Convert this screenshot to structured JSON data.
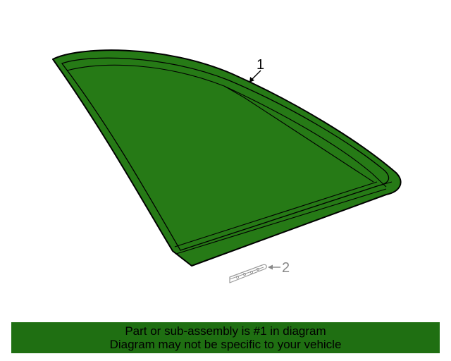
{
  "colors": {
    "glass_fill": "#267a16",
    "outline": "#000000",
    "callout_1": "#000000",
    "callout_2": "#888888",
    "banner_bg": "#1f6f12",
    "banner_text": "#000000"
  },
  "callouts": [
    {
      "number": "1",
      "part": "quarter window glass"
    },
    {
      "number": "2",
      "part": "bracket"
    }
  ],
  "banner": {
    "line1": "Part or sub-assembly is #1 in diagram",
    "line2": "Diagram may not be specific to your vehicle"
  }
}
